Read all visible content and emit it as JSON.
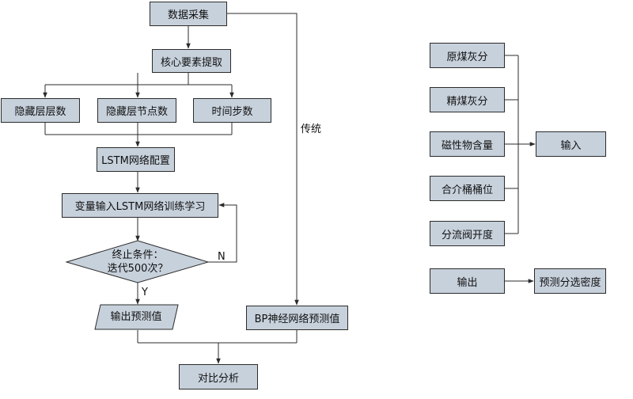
{
  "flow": {
    "collect": "数据采集",
    "extract": "核心要素提取",
    "hidden_layers": "隐藏层层数",
    "hidden_nodes": "隐藏层节点数",
    "time_steps": "时间步数",
    "lstm_config": "LSTM网络配置",
    "train": "变量输入LSTM网络训练学习",
    "condition_line1": "终止条件：",
    "condition_line2": "迭代500次？",
    "no_label": "N",
    "yes_label": "Y",
    "output_pred": "输出预测值",
    "bp_pred": "BP神经网络预测值",
    "traditional_label": "传统",
    "compare": "对比分析"
  },
  "legend": {
    "inputs": [
      "原煤灰分",
      "精煤灰分",
      "磁性物含量",
      "合介桶桶位",
      "分流阀开度"
    ],
    "input_target": "输入",
    "output_source": "输出",
    "output_target": "预测分选密度"
  },
  "colors": {
    "box_fill": "#c7d1dc",
    "stroke": "#2b2b2b"
  }
}
